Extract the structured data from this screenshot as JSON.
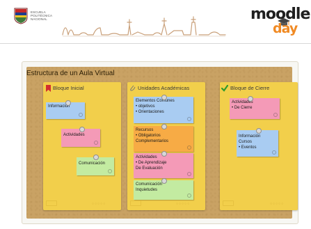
{
  "header": {
    "institution_lines": [
      "ESCUELA",
      "POLITÉCNICA",
      "NACIONAL"
    ],
    "brand_word": "moodle",
    "brand_suffix": "day",
    "brand_color": "#f08a24"
  },
  "board": {
    "title": "Estructura de un Aula Virtual",
    "columns": [
      {
        "title": "Bloque Inicial",
        "icon": "bookmark-icon",
        "notes": [
          {
            "lines": [
              "Información"
            ],
            "color": "blue"
          },
          {
            "lines": [
              "Actividades"
            ],
            "color": "pink"
          },
          {
            "lines": [
              "Comunicación"
            ],
            "color": "green"
          }
        ]
      },
      {
        "title": "Unidades Académicas",
        "icon": "paperclip-icon",
        "notes": [
          {
            "lines": [
              "Elementos Comunes",
              "• objetivos",
              "• Orientaciones"
            ],
            "color": "blue"
          },
          {
            "lines": [
              "Recursos",
              "• Obligatorios",
              "  Complementarios"
            ],
            "color": "orange"
          },
          {
            "lines": [
              "Actividades",
              "• De Aprendizaje",
              "  De Evaluación"
            ],
            "color": "pink"
          },
          {
            "lines": [
              "Comunicación",
              "  Inquietudes"
            ],
            "color": "green"
          }
        ]
      },
      {
        "title": "Bloque de Cierre",
        "icon": "checkmark-icon",
        "notes": [
          {
            "lines": [
              "Actividades",
              "• De Cierre"
            ],
            "color": "pink"
          },
          {
            "lines": [
              "Información",
              "  Cursos",
              "• Eventos"
            ],
            "color": "blue"
          }
        ]
      }
    ]
  },
  "colors": {
    "board": "#c9a264",
    "panel": "#f2cf4b",
    "blue": "#a9ccf2",
    "pink": "#f49ab7",
    "green": "#c3eba1",
    "orange": "#f7ab45"
  }
}
